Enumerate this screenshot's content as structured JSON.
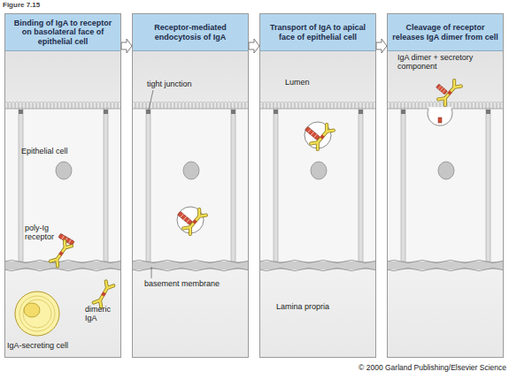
{
  "diagram": {
    "title": "Figure 7.15",
    "nodes": [
      {
        "text": [
          "Binding of IgA to receptor on basolateral face of epithelial cell"
        ]
      },
      {
        "text": [
          "Receptor-mediated endocytosis of IgA"
        ]
      },
      {
        "text": [
          "Transport of IgA to apical face of epithelial cell"
        ]
      },
      {
        "text": [
          "Cleavage of receptor releases IgA dimer from cell"
        ]
      }
    ],
    "edges": [
      {
        "from": 0,
        "to": 1,
        "arrow": "to"
      },
      {
        "from": 1,
        "to": 2,
        "arrow": "to"
      },
      {
        "from": 2,
        "to": 3,
        "arrow": "to"
      }
    ],
    "labels": [
      "Epithelial cell",
      "poly-Ig receptor",
      "IgA-secreting cell",
      "dimeric IgA",
      "tight junction",
      "basement membrane",
      "Lumen",
      "Lamina propria",
      "IgA dimer + secretory component",
      "© 2000 Garland Publishing/Elsevier Science"
    ]
  }
}
